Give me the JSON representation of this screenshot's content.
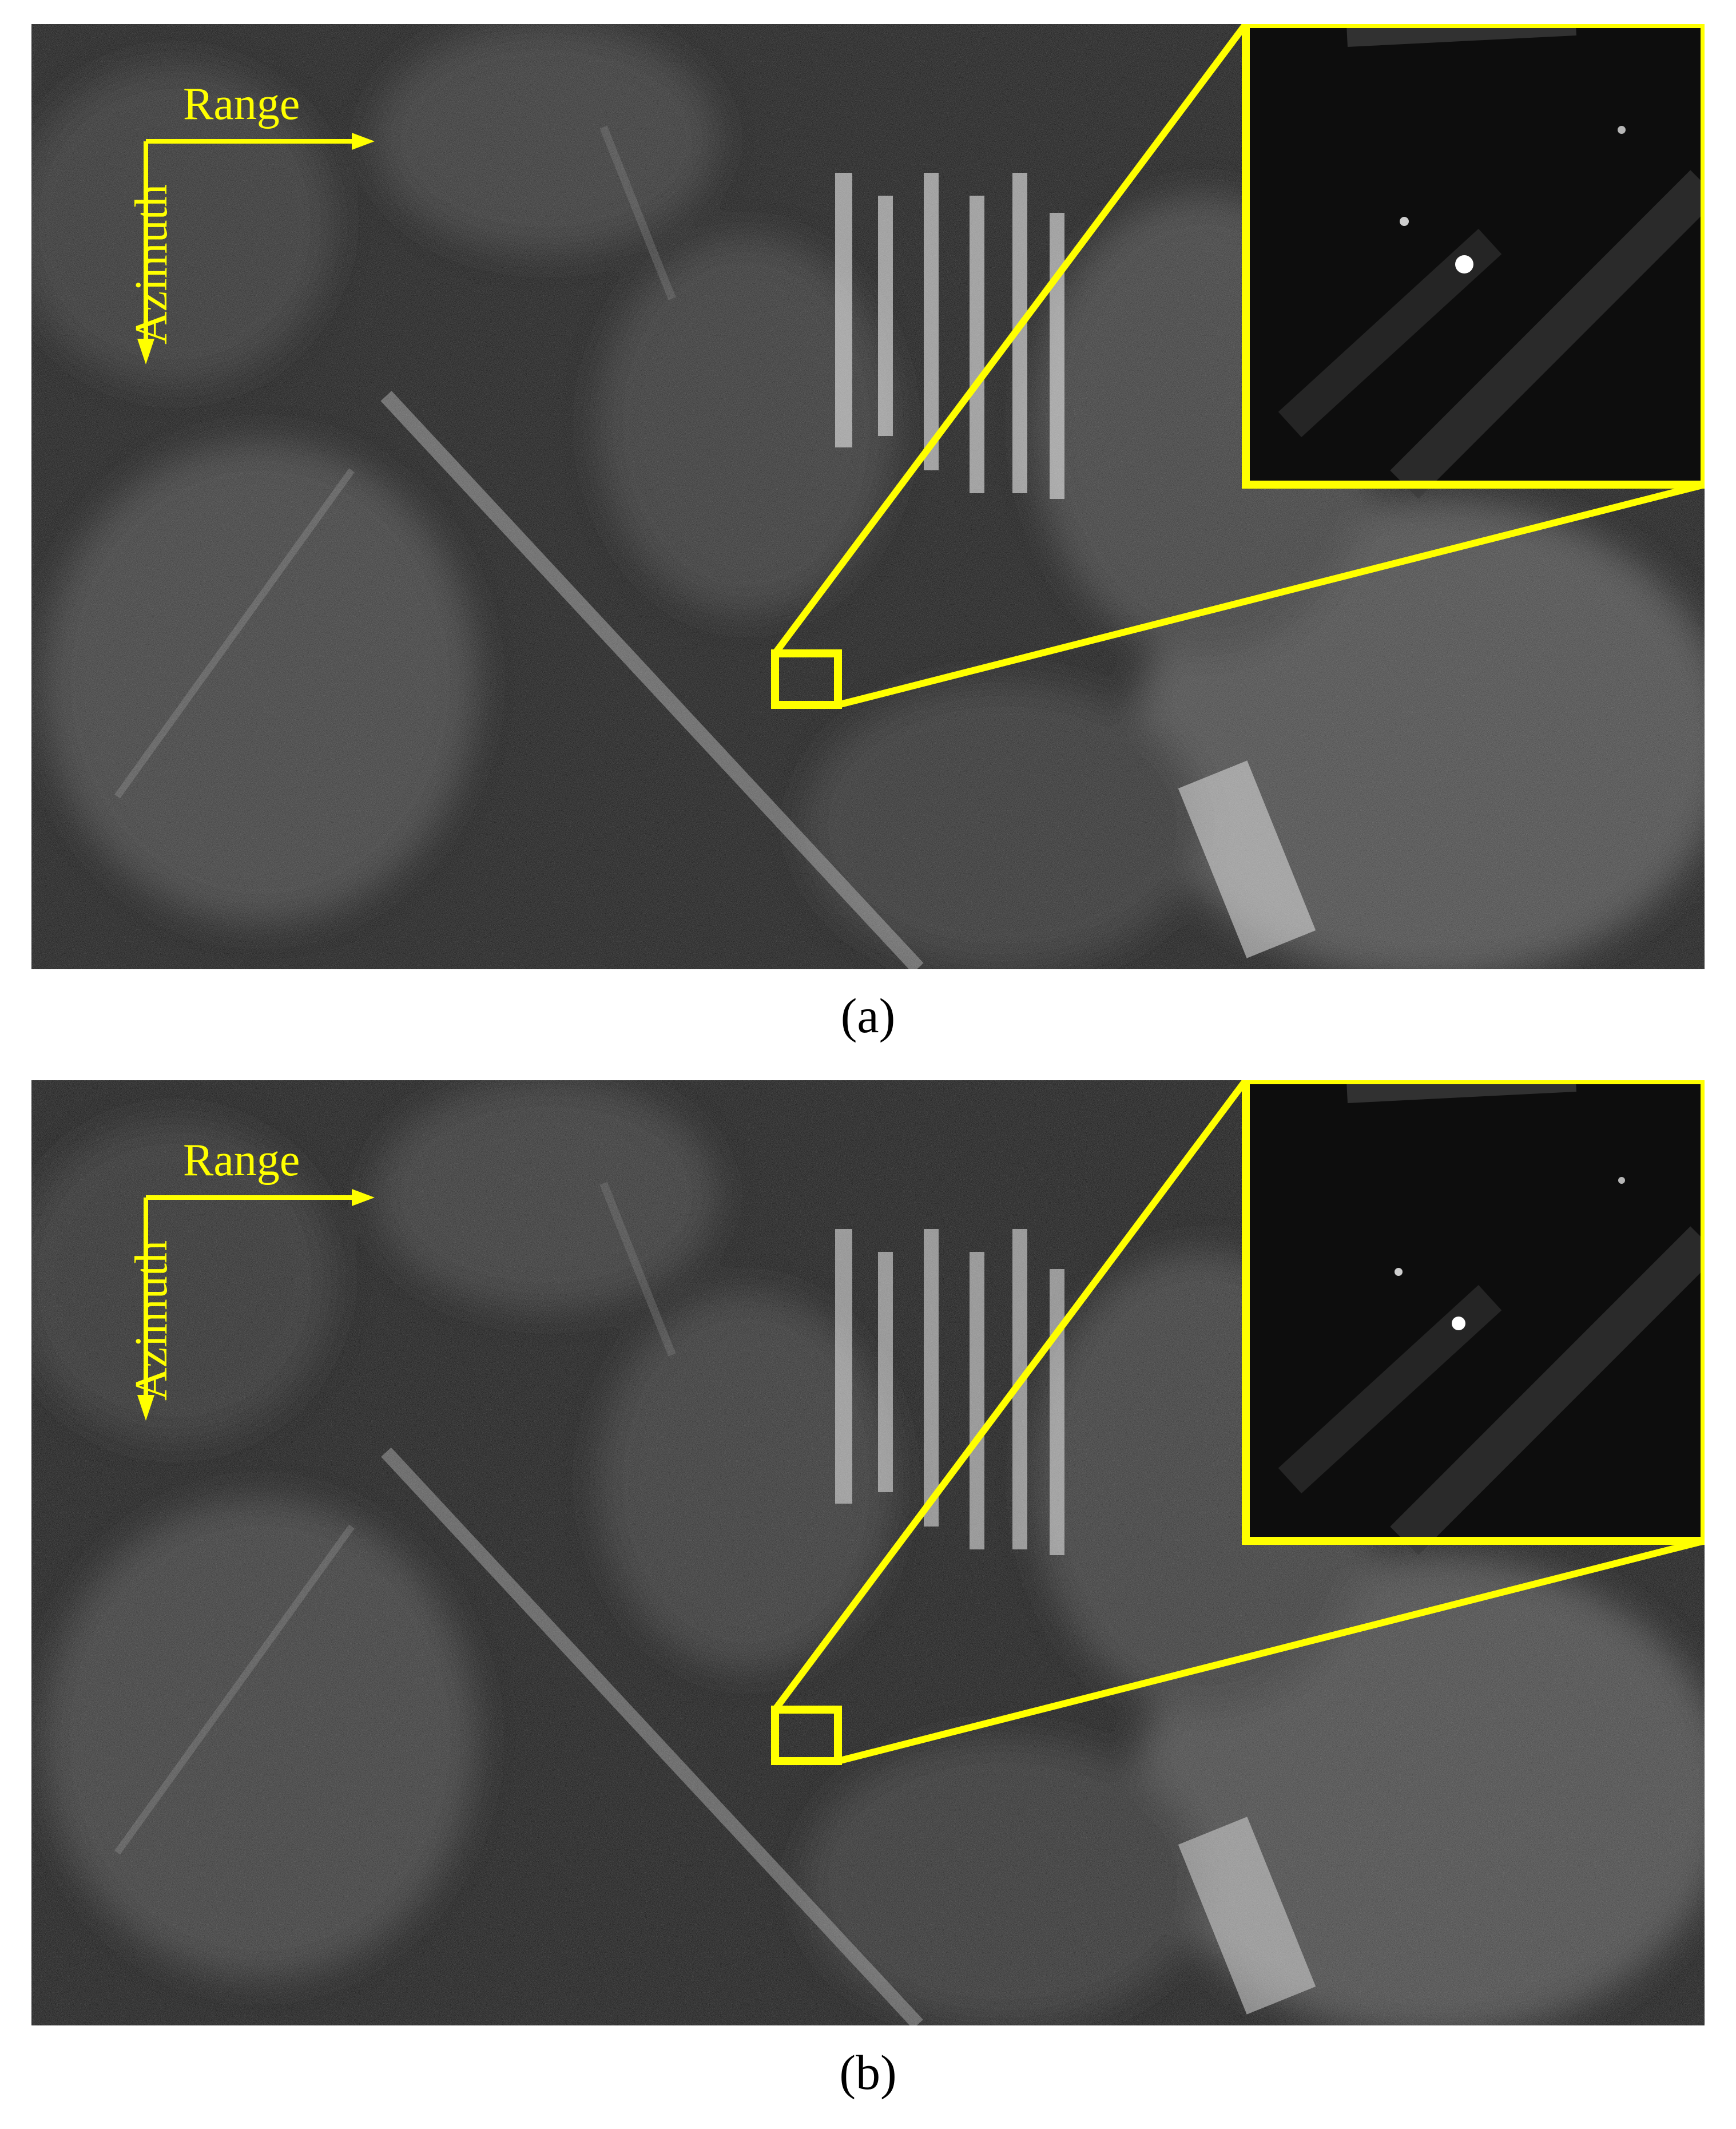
{
  "panels": [
    {
      "id": "a",
      "caption": "(a)",
      "range_label": "Range",
      "azimuth_label": "Azimuth"
    },
    {
      "id": "b",
      "caption": "(b)",
      "range_label": "Range",
      "azimuth_label": "Azimuth"
    }
  ],
  "colors": {
    "annotation": "#ffff00",
    "image_bg": "#0c0c0c",
    "caption_text": "#000000"
  },
  "image_type": "grayscale SAR image with zoomed inset"
}
